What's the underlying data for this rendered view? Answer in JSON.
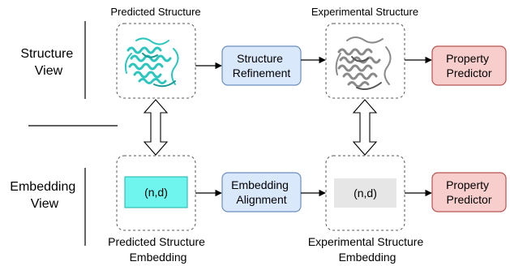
{
  "top_row": {
    "predicted_label": "Predicted Structure",
    "experimental_label": "Experimental Structure",
    "refinement_box": [
      "Structure",
      "Refinement"
    ],
    "predictor_box": [
      "Property",
      "Predictor"
    ]
  },
  "bottom_row": {
    "predicted_label": [
      "Predicted Structure",
      "Embedding"
    ],
    "experimental_label": [
      "Experimental Structure",
      "Embedding"
    ],
    "alignment_box": [
      "Embedding",
      "Alignment"
    ],
    "predictor_box": [
      "Property",
      "Predictor"
    ],
    "predicted_tensor": "(n,d)",
    "experimental_tensor": "(n,d)"
  },
  "views": {
    "structure": [
      "Structure",
      "View"
    ],
    "embedding": [
      "Embedding",
      "View"
    ]
  },
  "colors": {
    "blue_box_fill": "#dae8fc",
    "blue_box_stroke": "#6c8ebf",
    "red_box_fill": "#f8cecc",
    "red_box_stroke": "#b85450",
    "predicted_tensor_fill": "#6ff5ee",
    "experimental_tensor_fill": "#e6e6e6",
    "predicted_protein": "#2cc6be",
    "experimental_protein": "#8a8a8a"
  },
  "icons": {
    "predicted_structure": "protein-ribbon-cyan",
    "experimental_structure": "protein-ribbon-gray"
  }
}
